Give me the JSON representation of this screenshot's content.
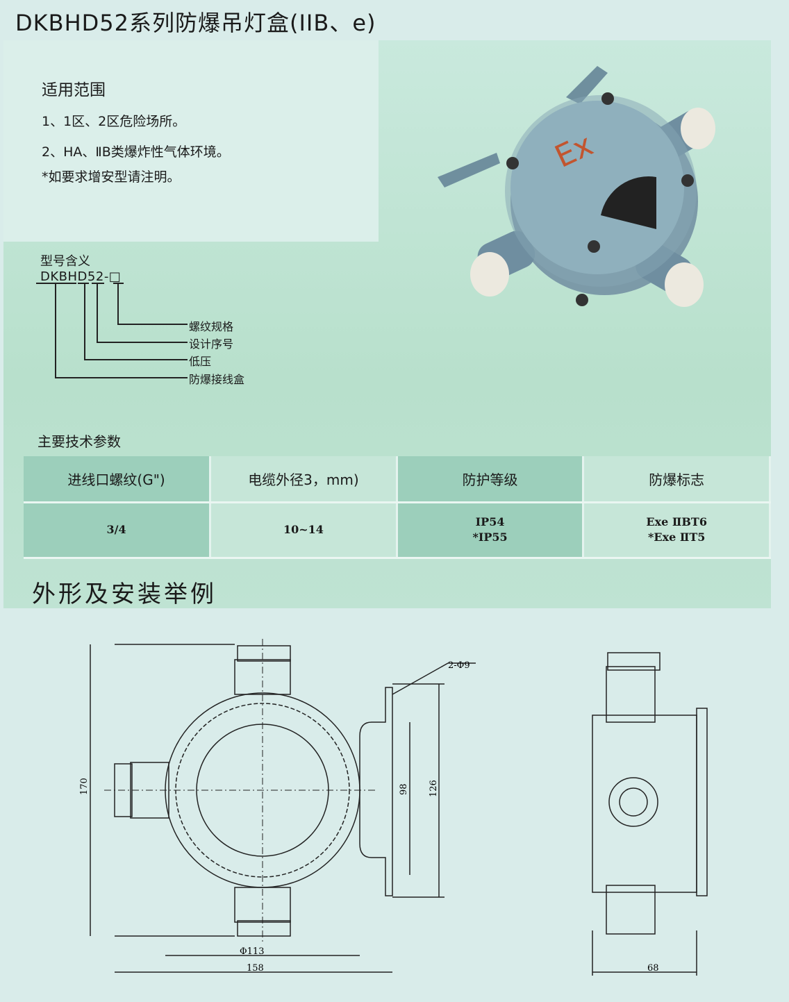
{
  "title": "DKBHD52系列防爆吊灯盒(IIB、e)",
  "scope": {
    "heading": "适用范围",
    "items": [
      "1、1区、2区危险场所。",
      "2、HA、ⅡB类爆炸性气体环境。",
      "*如要求增安型请注明。"
    ]
  },
  "model": {
    "heading": "型号含义",
    "code": "DKBHD52-□",
    "legend": [
      "螺纹规格",
      "设计序号",
      "低压",
      "防爆接线盒"
    ]
  },
  "params": {
    "heading": "主要技术参数",
    "headers": [
      "进线口螺纹(G\")",
      "电缆外径3，mm)",
      "防护等级",
      "防爆标志"
    ],
    "values": [
      "3/4",
      "10~14",
      "IP54\n*IP55",
      "Exe ⅡBT6\n*Exe ⅡT5"
    ]
  },
  "section": "外形及安装举例",
  "photo": {
    "mark": "Ex"
  },
  "drawing": {
    "d170": "170",
    "d98": "98",
    "d126": "126",
    "d113": "Φ113",
    "d158": "158",
    "d68": "68",
    "holes": "2-Φ9"
  }
}
